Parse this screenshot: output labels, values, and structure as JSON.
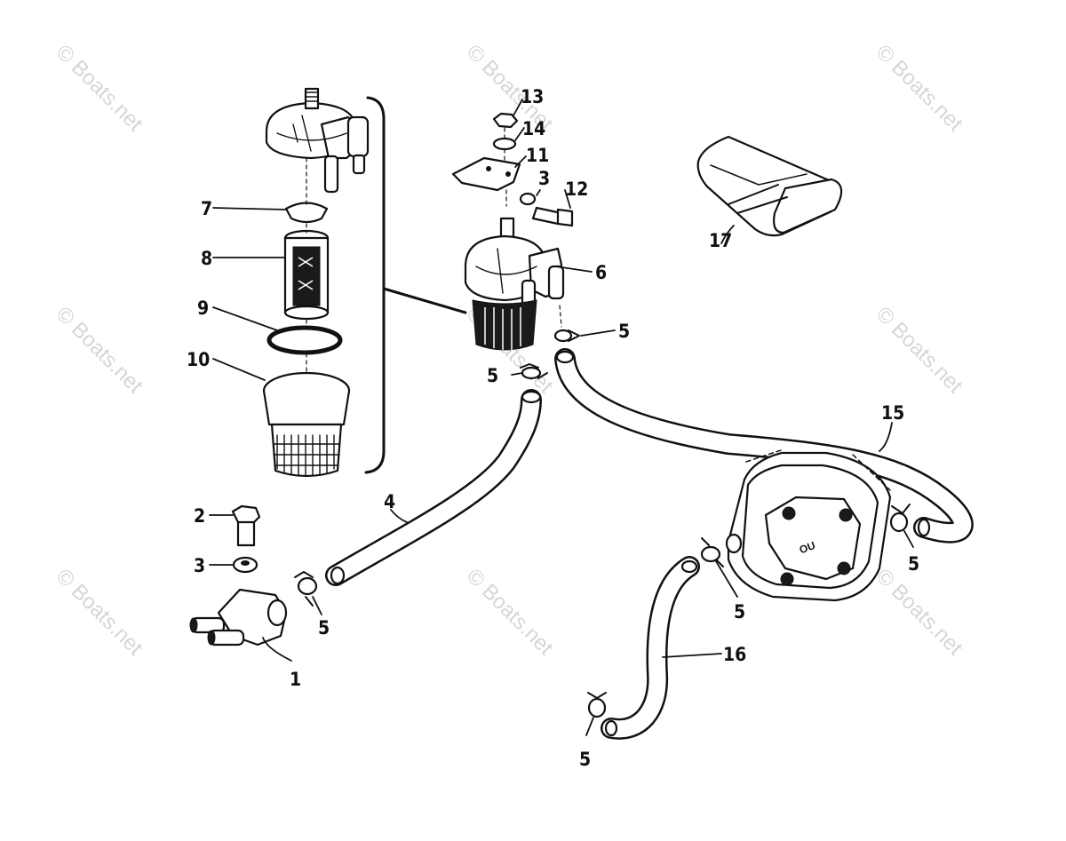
{
  "watermark": "© Boats.net",
  "callouts": {
    "c1": "1",
    "c2": "2",
    "c3a": "3",
    "c3b": "3",
    "c4": "4",
    "c5a": "5",
    "c5b": "5",
    "c5c": "5",
    "c5d": "5",
    "c5e": "5",
    "c5f": "5",
    "c6": "6",
    "c7": "7",
    "c8": "8",
    "c9": "9",
    "c10": "10",
    "c11": "11",
    "c12": "12",
    "c13": "13",
    "c14": "14",
    "c15": "15",
    "c16": "16",
    "c17": "17"
  }
}
